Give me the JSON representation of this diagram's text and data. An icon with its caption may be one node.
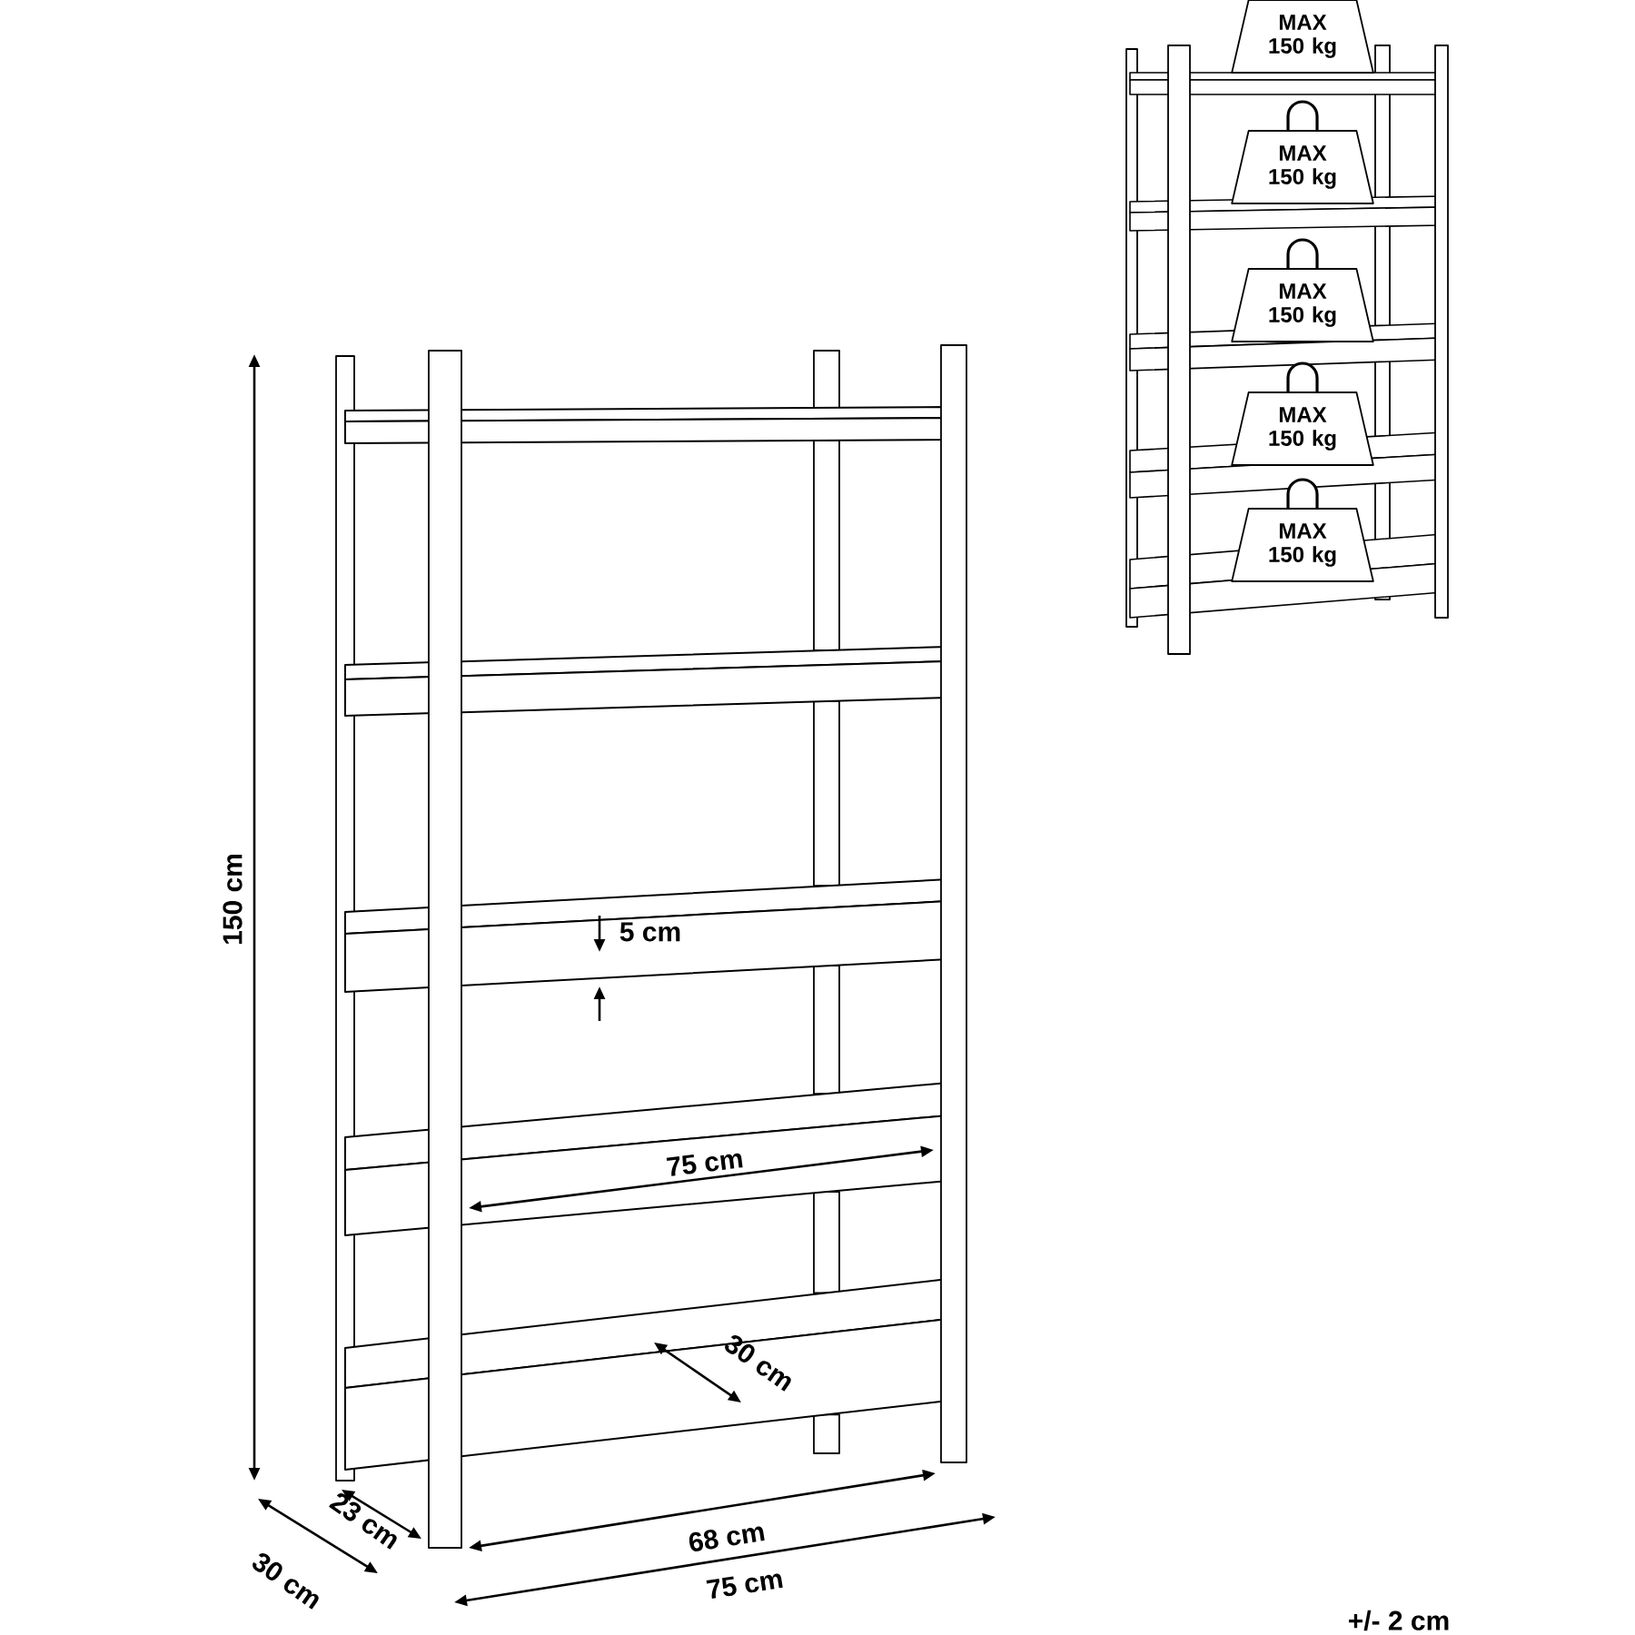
{
  "diagram": {
    "nodes": [
      {
        "text": [
          "MAX 150 kg"
        ]
      },
      {
        "text": [
          "MAX 150 kg"
        ]
      },
      {
        "text": [
          "MAX 150 kg"
        ]
      },
      {
        "text": [
          "MAX 150 kg"
        ]
      },
      {
        "text": [
          "MAX 150 kg"
        ]
      }
    ],
    "labels": [
      "150 cm",
      "5 cm",
      "75 cm",
      "30 cm",
      "23 cm",
      "30 cm",
      "68 cm",
      "75 cm",
      "+/- 2 cm"
    ]
  }
}
